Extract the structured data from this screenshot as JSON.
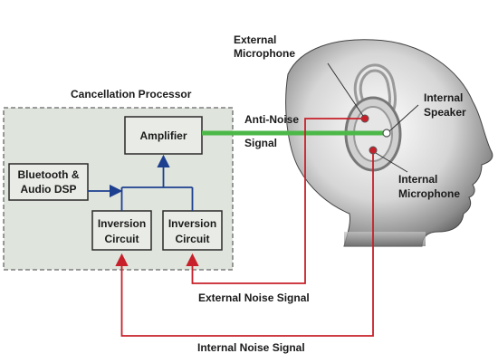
{
  "processor": {
    "title": "Cancellation Processor",
    "amplifier": "Amplifier",
    "bluetooth_line1": "Bluetooth &",
    "bluetooth_line2": "Audio DSP",
    "inversion_left_line1": "Inversion",
    "inversion_left_line2": "Circuit",
    "inversion_right_line1": "Inversion",
    "inversion_right_line2": "Circuit"
  },
  "signals": {
    "anti_noise_line1": "Anti-Noise",
    "anti_noise_line2": "Signal",
    "external_noise": "External Noise Signal",
    "internal_noise": "Internal Noise Signal"
  },
  "head": {
    "external_mic_line1": "External",
    "external_mic_line2": "Microphone",
    "internal_speaker_line1": "Internal",
    "internal_speaker_line2": "Speaker",
    "internal_mic_line1": "Internal",
    "internal_mic_line2": "Microphone"
  },
  "colors": {
    "processor_fill": "#dfe4dd",
    "block_fill": "#e9ece6",
    "blue_wire": "#1d3f8f",
    "red_wire": "#c8202a",
    "green_signal": "#4cb848"
  }
}
